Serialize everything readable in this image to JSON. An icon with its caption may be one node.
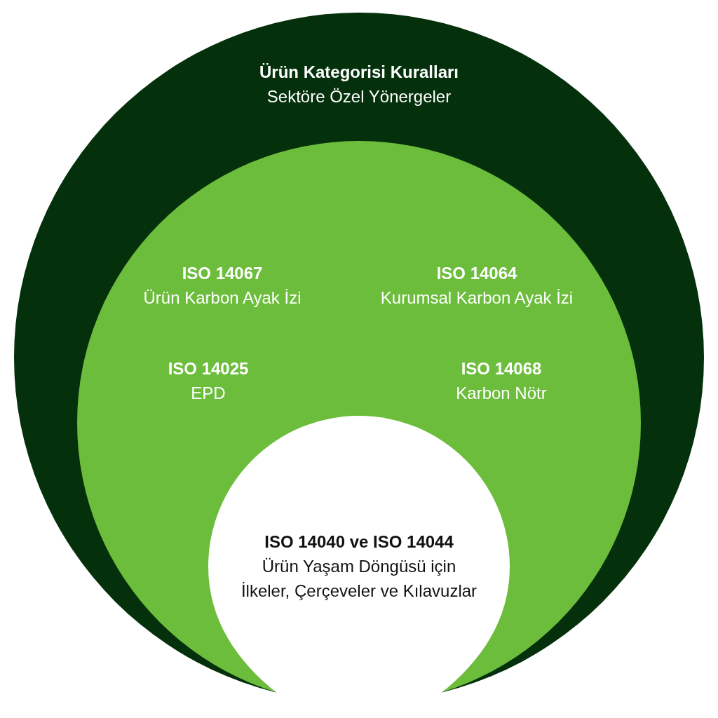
{
  "diagram": {
    "nodes": [
      {
        "text": [
          "Ürün Kategorisi Kuralları",
          "Sektöre Özel Yönergeler"
        ]
      },
      {
        "text": [
          "ISO 14067",
          "Ürün Karbon Ayak İzi",
          "ISO 14064",
          "Kurumsal Karbon Ayak İzi",
          "ISO 14025",
          "EPD",
          "ISO 14068",
          "Karbon Nötr"
        ],
        "in": 0
      },
      {
        "text": [
          "ISO 14040 ve ISO 14044",
          "Ürün Yaşam Döngüsü için İlkeler, Çerçeveler ve Kılavuzlar"
        ],
        "in": 1
      }
    ]
  }
}
